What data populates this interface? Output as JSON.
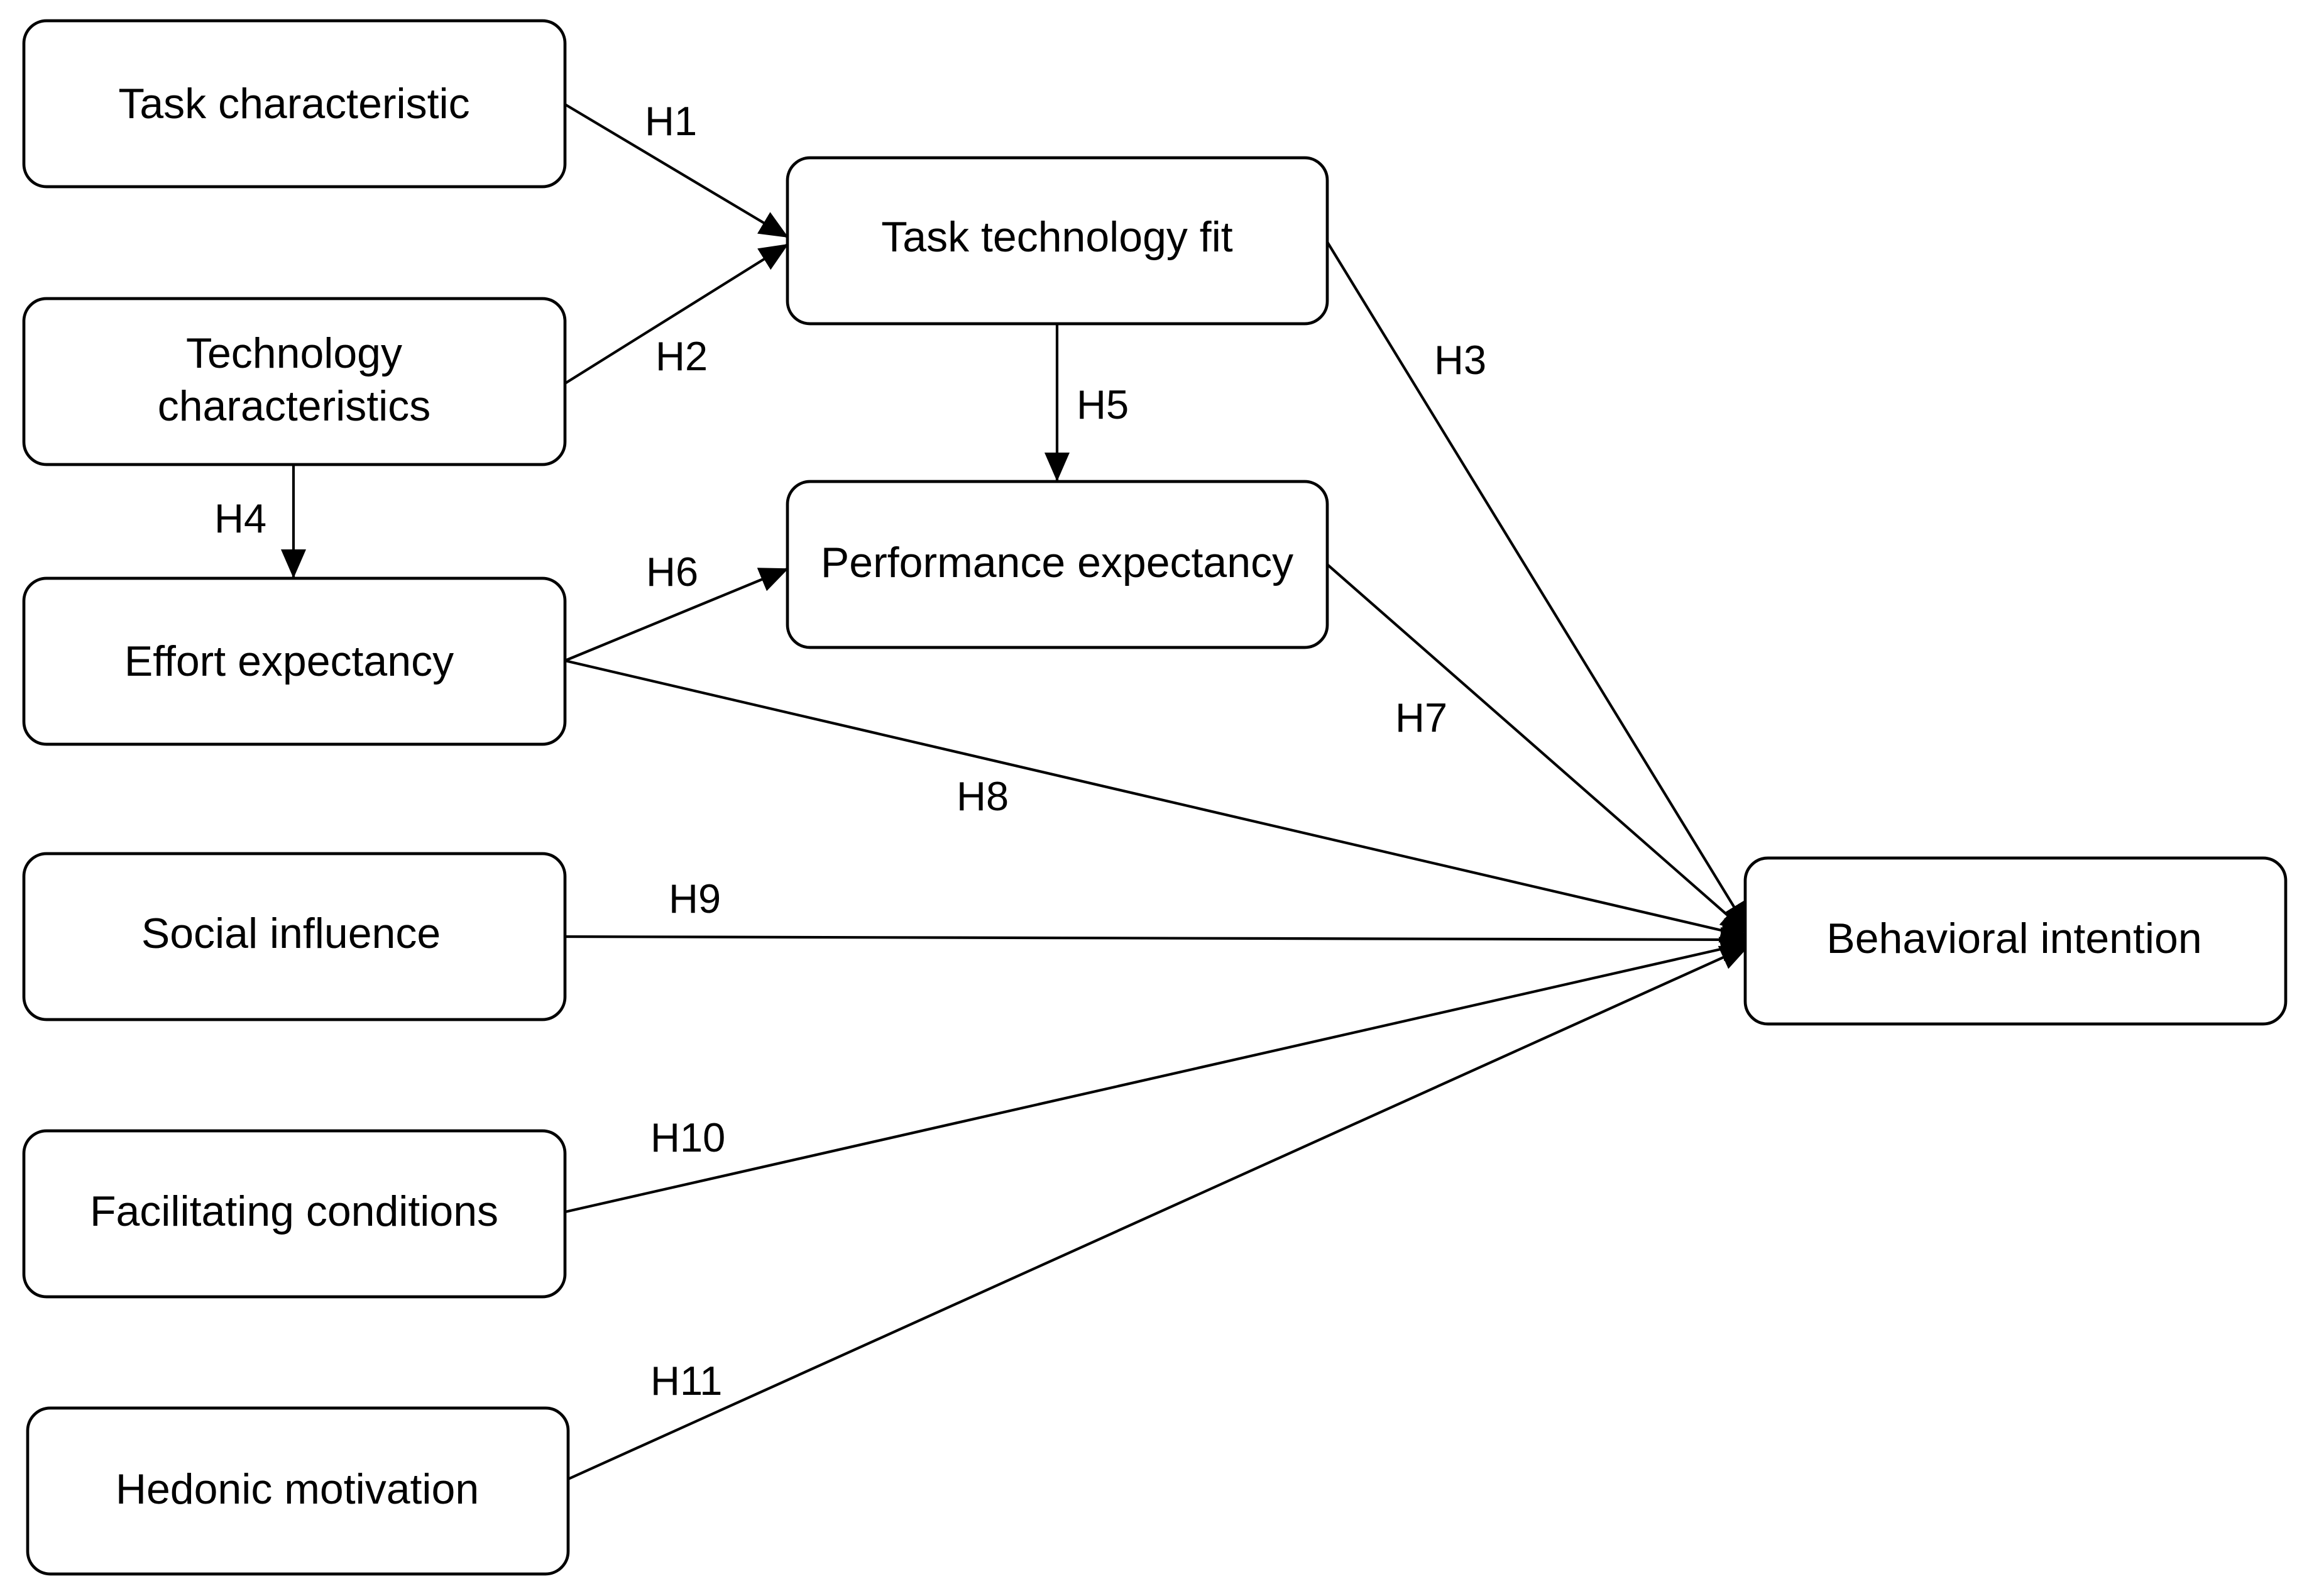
{
  "colors": {
    "stroke": "#000000",
    "fill": "#ffffff",
    "text": "#000000"
  },
  "nodes": {
    "task_characteristic": {
      "label": "Task characteristic"
    },
    "technology_characteristics": {
      "label_lines": [
        "Technology",
        "characteristics"
      ]
    },
    "effort_expectancy": {
      "label": "Effort expectancy"
    },
    "social_influence": {
      "label": "Social influence"
    },
    "facilitating_conditions": {
      "label": "Facilitating conditions"
    },
    "hedonic_motivation": {
      "label": "Hedonic motivation"
    },
    "task_technology_fit": {
      "label": "Task technology fit"
    },
    "performance_expectancy": {
      "label": "Performance expectancy"
    },
    "behavioral_intention": {
      "label": "Behavioral intention"
    }
  },
  "edges": {
    "h1": {
      "label": "H1",
      "from": "Task characteristic",
      "to": "Task technology fit"
    },
    "h2": {
      "label": "H2",
      "from": "Technology characteristics",
      "to": "Task technology fit"
    },
    "h3": {
      "label": "H3",
      "from": "Task technology fit",
      "to": "Behavioral intention"
    },
    "h4": {
      "label": "H4",
      "from": "Technology characteristics",
      "to": "Effort expectancy"
    },
    "h5": {
      "label": "H5",
      "from": "Task technology fit",
      "to": "Performance expectancy"
    },
    "h6": {
      "label": "H6",
      "from": "Effort expectancy",
      "to": "Performance expectancy"
    },
    "h7": {
      "label": "H7",
      "from": "Performance expectancy",
      "to": "Behavioral intention"
    },
    "h8": {
      "label": "H8",
      "from": "Effort expectancy",
      "to": "Behavioral intention"
    },
    "h9": {
      "label": "H9",
      "from": "Social influence",
      "to": "Behavioral intention"
    },
    "h10": {
      "label": "H10",
      "from": "Facilitating conditions",
      "to": "Behavioral intention"
    },
    "h11": {
      "label": "H11",
      "from": "Hedonic motivation",
      "to": "Behavioral intention"
    }
  }
}
